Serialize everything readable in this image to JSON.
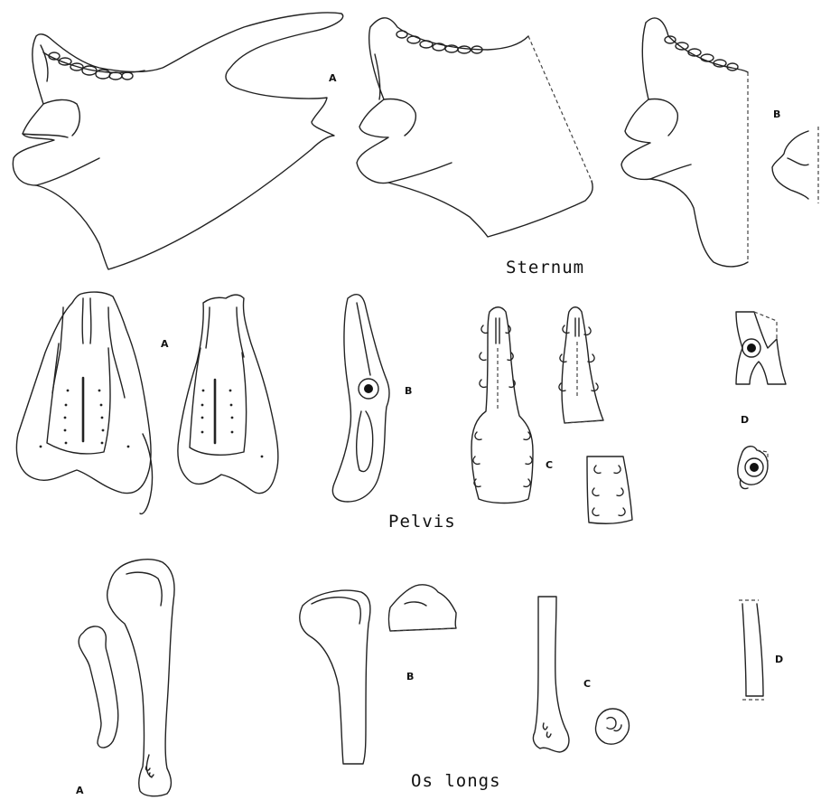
{
  "sections": {
    "sternum": {
      "caption": "Sternum",
      "labels": [
        "A",
        "B"
      ]
    },
    "pelvis": {
      "caption": "Pelvis",
      "labels": [
        "A",
        "B",
        "C",
        "D"
      ]
    },
    "os_longs": {
      "caption": "Os longs",
      "labels": [
        "A",
        "B",
        "C",
        "D"
      ]
    }
  }
}
